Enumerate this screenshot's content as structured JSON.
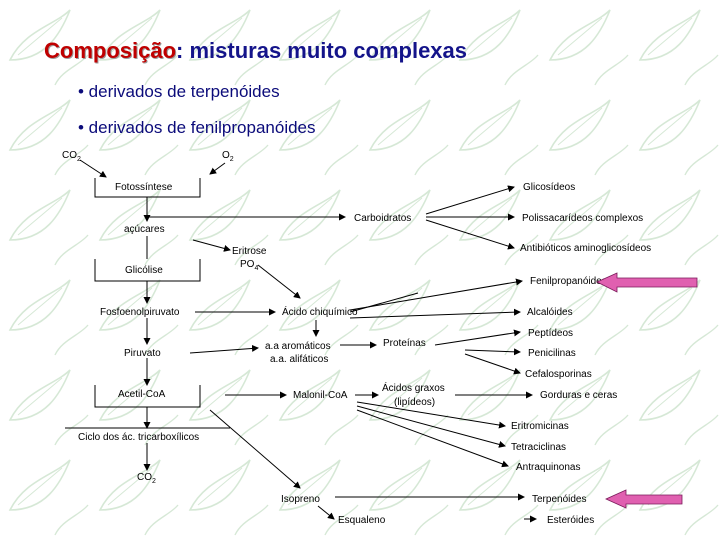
{
  "title": {
    "highlight": "Composição",
    "rest": ": misturas muito complexas"
  },
  "bullets": [
    "• derivados de terpenóides",
    "• derivados de fenilpropanóides"
  ],
  "colors": {
    "highlight": "#c00000",
    "title": "#14148a",
    "bullet": "#0b0b7a",
    "marker": "#e060b0",
    "background_leaf": "#d6e8d6"
  },
  "nodes": {
    "co2_in": "CO",
    "co2_in_sub": "2",
    "o2": "O",
    "o2_sub": "2",
    "fotossintese": "Fotossíntese",
    "acucares": "açúcares",
    "carboidratos": "Carboidratos",
    "glicosideos": "Glicosídeos",
    "polissacarideos": "Polissacarídeos complexos",
    "antibioticos": "Antibióticos aminoglicosídeos",
    "eritrose": "Eritrose",
    "po4": "PO",
    "po4_sub": "4",
    "glicolise": "Glicólise",
    "fenilpropanoides": "Fenilpropanóides",
    "fosfoenolpiruvato": "Fosfoenolpiruvato",
    "acido_chiquimico": "Ácido chiquímico",
    "alcaloides": "Alcalóides",
    "peptideos": "Peptídeos",
    "aa_aromaticos": "a.a aromáticos",
    "aa_alifaticos": "a.a. alifáticos",
    "proteinas": "Proteínas",
    "penicilinas": "Penicilinas",
    "piruvato": "Piruvato",
    "cefalosporinas": "Cefalosporinas",
    "acidos_graxos": "Ácidos graxos",
    "lipideos": "(lipídeos)",
    "acetil_coa": "Acetil-CoA",
    "malonil_coa": "Malonil-CoA",
    "gorduras": "Gorduras e ceras",
    "eritromicinas": "Eritromicinas",
    "ciclo": "Ciclo dos ác. tricarboxílicos",
    "tetraciclinas": "Tetraciclinas",
    "antraquinonas": "Antraquinonas",
    "co2_out": "CO",
    "co2_out_sub": "2",
    "isopreno": "Isopreno",
    "terpenoides": "Terpenóides",
    "esqualeno": "Esqualeno",
    "esteroides": "Esteróides"
  }
}
